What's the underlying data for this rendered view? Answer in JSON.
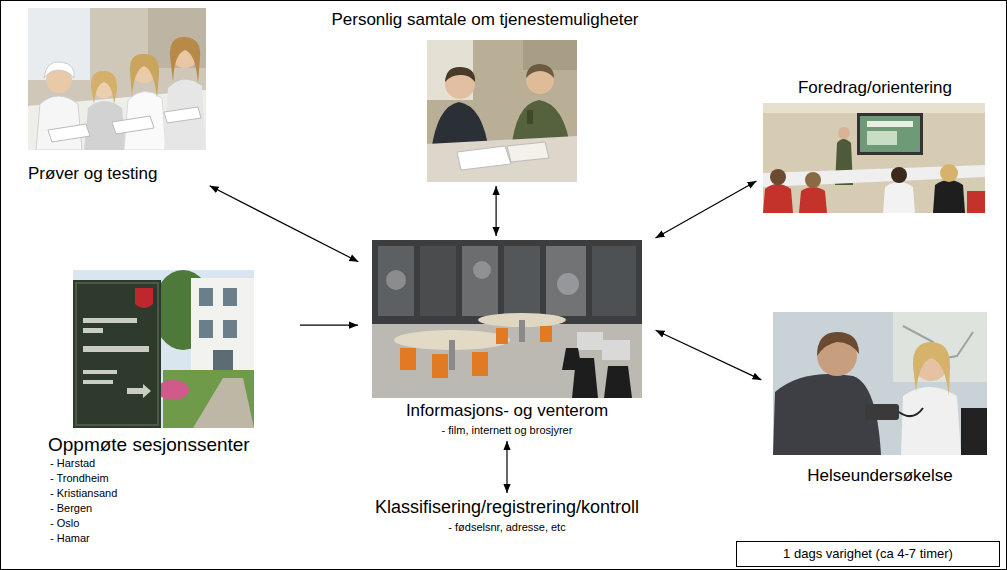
{
  "diagram": {
    "nodes": [
      {
        "text": [
          "Prøver og testing"
        ]
      },
      {
        "text": [
          "Personlig samtale om tjenestemuligheter"
        ]
      },
      {
        "text": [
          "Foredrag/orientering"
        ]
      },
      {
        "text": [
          "Oppmøte sesjonssenter",
          "- Harstad",
          "- Trondheim",
          "- Kristiansand",
          "- Bergen",
          "- Oslo",
          "- Hamar"
        ]
      },
      {
        "text": [
          "Informasjons- og venterom",
          "- film, internett og brosjyrer"
        ]
      },
      {
        "text": [
          "Helseundersøkelse"
        ]
      },
      {
        "text": [
          "Klassifisering/registrering/kontroll",
          "- fødselsnr, adresse, etc"
        ]
      },
      {
        "text": [
          "1 dags varighet (ca 4-7 timer)"
        ]
      }
    ],
    "edges": [
      {
        "from": 0,
        "to": 4,
        "arrow": "both"
      },
      {
        "from": 1,
        "to": 4,
        "arrow": "both"
      },
      {
        "from": 2,
        "to": 4,
        "arrow": "both"
      },
      {
        "from": 3,
        "to": 4,
        "arrow": "to"
      },
      {
        "from": 4,
        "to": 5,
        "arrow": "both"
      },
      {
        "from": 4,
        "to": 6,
        "arrow": "both"
      }
    ]
  }
}
